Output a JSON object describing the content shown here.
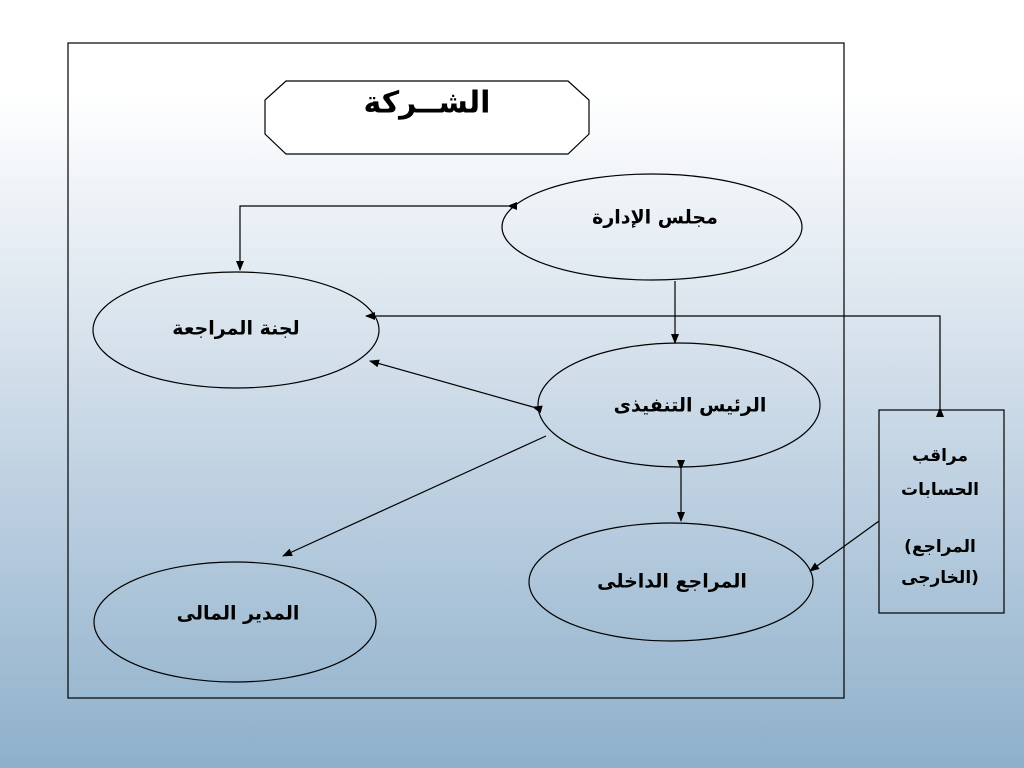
{
  "diagram": {
    "title": "الشــركة",
    "nodes": {
      "board": "مجلس الإدارة",
      "audit_committee": "لجنة المراجعة",
      "ceo": "الرئيس التنفيذى",
      "internal_auditor": "المراجع الداخلى",
      "cfo": "المدير المالى",
      "external_auditor": {
        "line1": "مراقب",
        "line2": "الحسابات",
        "line3": "(المراجع",
        "line4": "الخارجى)"
      }
    }
  }
}
